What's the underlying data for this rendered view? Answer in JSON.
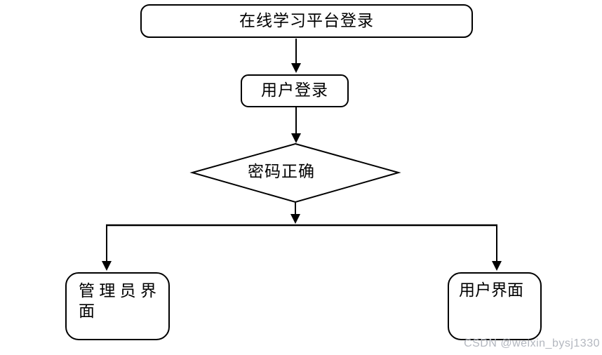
{
  "diagram": {
    "type": "flowchart",
    "nodes": {
      "start": {
        "shape": "rounded-rect",
        "label": "在线学习平台登录"
      },
      "login": {
        "shape": "rounded-rect",
        "label": "用户登录"
      },
      "decision": {
        "shape": "diamond",
        "label": "密码正确"
      },
      "admin": {
        "shape": "rounded-rect",
        "label": "管理员界面"
      },
      "user": {
        "shape": "rounded-rect",
        "label": "用户界面"
      }
    },
    "edges": [
      {
        "from": "start",
        "to": "login"
      },
      {
        "from": "login",
        "to": "decision"
      },
      {
        "from": "decision",
        "to": "branch-junction"
      },
      {
        "from": "branch-junction",
        "to": "admin"
      },
      {
        "from": "branch-junction",
        "to": "user"
      }
    ],
    "colors": {
      "line": "#000000",
      "node_fill": "#ffffff",
      "background": "#ffffff"
    }
  },
  "watermark": {
    "text": "CSDN @weixin_bysj1330",
    "color": "#b3b7bf"
  }
}
